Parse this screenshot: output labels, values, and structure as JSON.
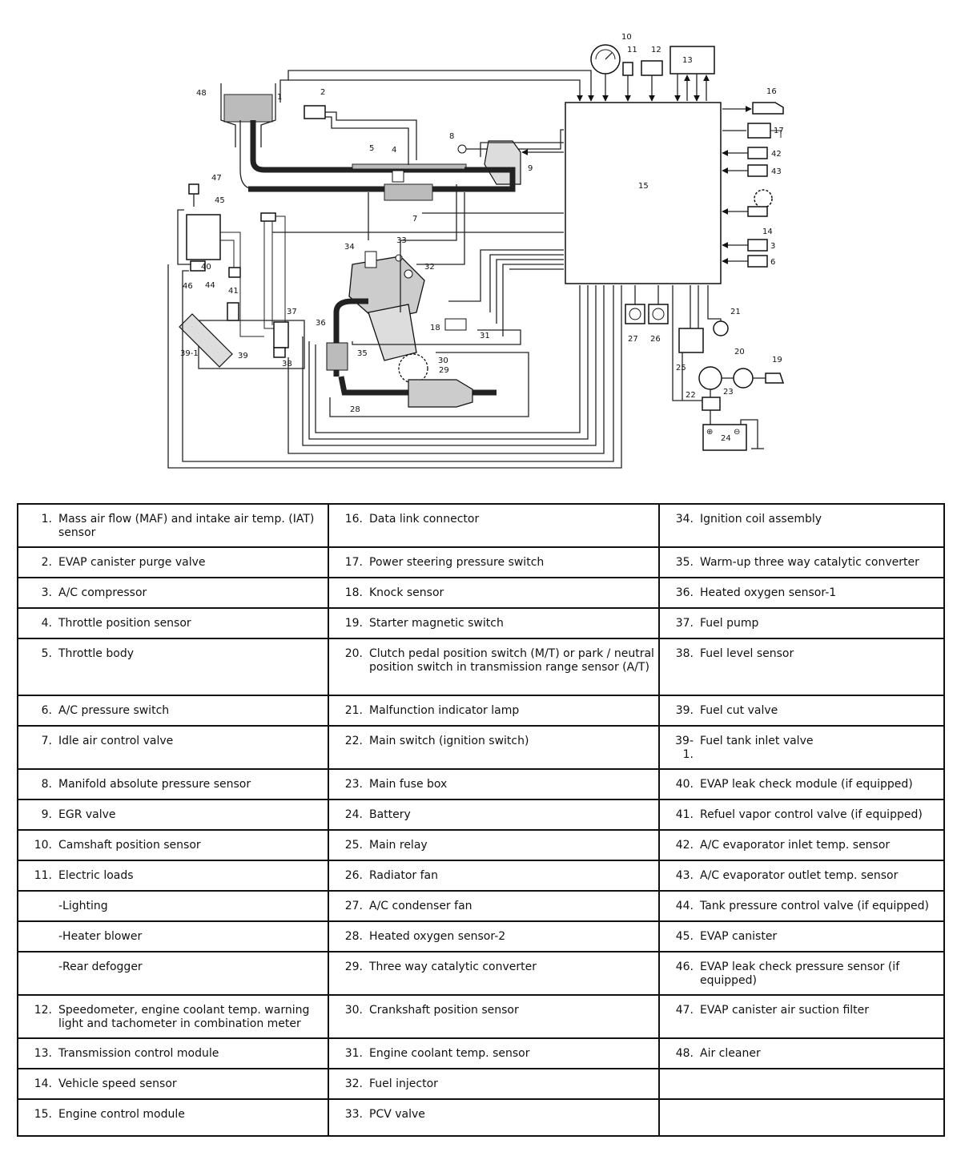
{
  "diagram": {
    "callouts": [
      "1",
      "2",
      "3",
      "4",
      "5",
      "6",
      "7",
      "8",
      "9",
      "10",
      "11",
      "12",
      "13",
      "14",
      "15",
      "16",
      "17",
      "18",
      "19",
      "20",
      "21",
      "22",
      "23",
      "24",
      "25",
      "26",
      "27",
      "28",
      "29",
      "30",
      "31",
      "32",
      "33",
      "34",
      "35",
      "36",
      "37",
      "38",
      "39",
      "39-1",
      "40",
      "41",
      "42",
      "43",
      "44",
      "45",
      "46",
      "47",
      "48"
    ]
  },
  "legend": {
    "rows": [
      [
        {
          "num": "1.",
          "text": "Mass air flow (MAF) and intake air temp. (IAT) sensor"
        },
        {
          "num": "16.",
          "text": "Data link connector"
        },
        {
          "num": "34.",
          "text": "Ignition coil assembly"
        }
      ],
      [
        {
          "num": "2.",
          "text": "EVAP canister purge valve"
        },
        {
          "num": "17.",
          "text": "Power steering pressure switch"
        },
        {
          "num": "35.",
          "text": "Warm-up three way catalytic converter"
        }
      ],
      [
        {
          "num": "3.",
          "text": "A/C compressor"
        },
        {
          "num": "18.",
          "text": "Knock sensor"
        },
        {
          "num": "36.",
          "text": "Heated oxygen sensor-1"
        }
      ],
      [
        {
          "num": "4.",
          "text": "Throttle position sensor"
        },
        {
          "num": "19.",
          "text": "Starter magnetic switch"
        },
        {
          "num": "37.",
          "text": "Fuel pump"
        }
      ],
      [
        {
          "num": "5.",
          "text": "Throttle body"
        },
        {
          "num": "20.",
          "text": "Clutch pedal position switch (M/T) or park / neutral position switch in transmission range sensor (A/T)"
        },
        {
          "num": "38.",
          "text": "Fuel level sensor"
        }
      ],
      [
        {
          "num": "6.",
          "text": "A/C pressure switch"
        },
        {
          "num": "21.",
          "text": "Malfunction indicator lamp"
        },
        {
          "num": "39.",
          "text": "Fuel cut valve"
        }
      ],
      [
        {
          "num": "7.",
          "text": "Idle air control valve"
        },
        {
          "num": "22.",
          "text": "Main switch (ignition switch)"
        },
        {
          "num": "39-1.",
          "text": "Fuel tank inlet valve"
        }
      ],
      [
        {
          "num": "8.",
          "text": "Manifold absolute pressure sensor"
        },
        {
          "num": "23.",
          "text": "Main fuse box"
        },
        {
          "num": "40.",
          "text": "EVAP leak check module (if equipped)"
        }
      ],
      [
        {
          "num": "9.",
          "text": "EGR valve"
        },
        {
          "num": "24.",
          "text": "Battery"
        },
        {
          "num": "41.",
          "text": "Refuel vapor control valve (if equipped)"
        }
      ],
      [
        {
          "num": "10.",
          "text": "Camshaft position sensor"
        },
        {
          "num": "25.",
          "text": "Main relay"
        },
        {
          "num": "42.",
          "text": "A/C evaporator inlet temp. sensor"
        }
      ],
      [
        {
          "num": "11.",
          "text": "Electric loads"
        },
        {
          "num": "26.",
          "text": "Radiator fan"
        },
        {
          "num": "43.",
          "text": "A/C evaporator outlet temp. sensor"
        }
      ],
      [
        {
          "num": "",
          "text": "-Lighting"
        },
        {
          "num": "27.",
          "text": "A/C condenser fan"
        },
        {
          "num": "44.",
          "text": "Tank pressure control valve (if equipped)"
        }
      ],
      [
        {
          "num": "",
          "text": "-Heater blower"
        },
        {
          "num": "28.",
          "text": "Heated oxygen sensor-2"
        },
        {
          "num": "45.",
          "text": "EVAP canister"
        }
      ],
      [
        {
          "num": "",
          "text": "-Rear defogger"
        },
        {
          "num": "29.",
          "text": "Three way catalytic converter"
        },
        {
          "num": "46.",
          "text": "EVAP leak check pressure sensor (if equipped)"
        }
      ],
      [
        {
          "num": "12.",
          "text": "Speedometer, engine coolant temp. warning light and tachometer in combination meter"
        },
        {
          "num": "30.",
          "text": "Crankshaft position sensor"
        },
        {
          "num": "47.",
          "text": "EVAP canister air suction filter"
        }
      ],
      [
        {
          "num": "13.",
          "text": "Transmission control module"
        },
        {
          "num": "31.",
          "text": "Engine coolant temp. sensor"
        },
        {
          "num": "48.",
          "text": "Air cleaner"
        }
      ],
      [
        {
          "num": "14.",
          "text": "Vehicle speed sensor"
        },
        {
          "num": "32.",
          "text": "Fuel injector"
        },
        {
          "num": "",
          "text": ""
        }
      ],
      [
        {
          "num": "15.",
          "text": "Engine control module"
        },
        {
          "num": "33.",
          "text": "PCV valve"
        },
        {
          "num": "",
          "text": ""
        }
      ]
    ]
  }
}
